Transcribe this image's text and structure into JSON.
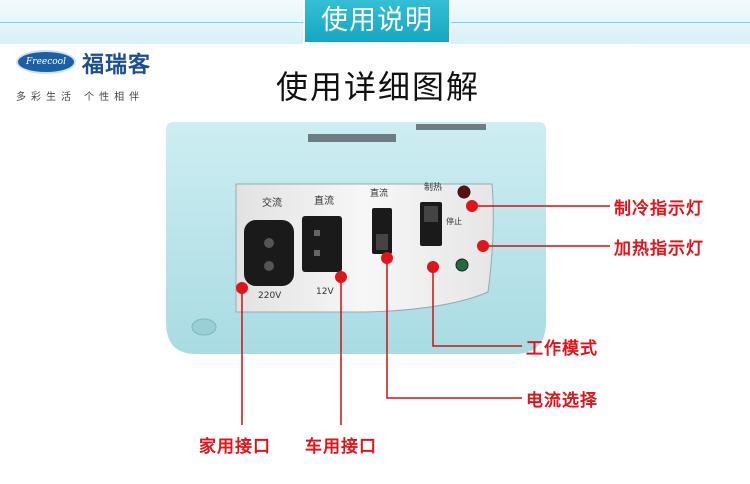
{
  "header": {
    "title": "使用说明"
  },
  "brand": {
    "logo_text": "Freecool",
    "name": "福瑞客",
    "slogan": "多彩生活  个性相伴"
  },
  "main": {
    "title": "使用详细图解"
  },
  "device": {
    "ac_mark": "交流",
    "dc_mark": "直流",
    "ac_voltage": "220V",
    "dc_voltage": "12V",
    "switch1_mark": "直流",
    "switch2_mark": "制热",
    "stop_mark": "停止"
  },
  "labels": {
    "cooling_light": "制冷指示灯",
    "heating_light": "加热指示灯",
    "work_mode": "工作模式",
    "current_select": "电流选择",
    "home_socket": "家用接口",
    "car_socket": "车用接口"
  },
  "colors": {
    "accent": "#1aa9c4",
    "callout": "#e0141b",
    "device_body": "#b7e3ea",
    "panel": "#f2f2f2"
  }
}
